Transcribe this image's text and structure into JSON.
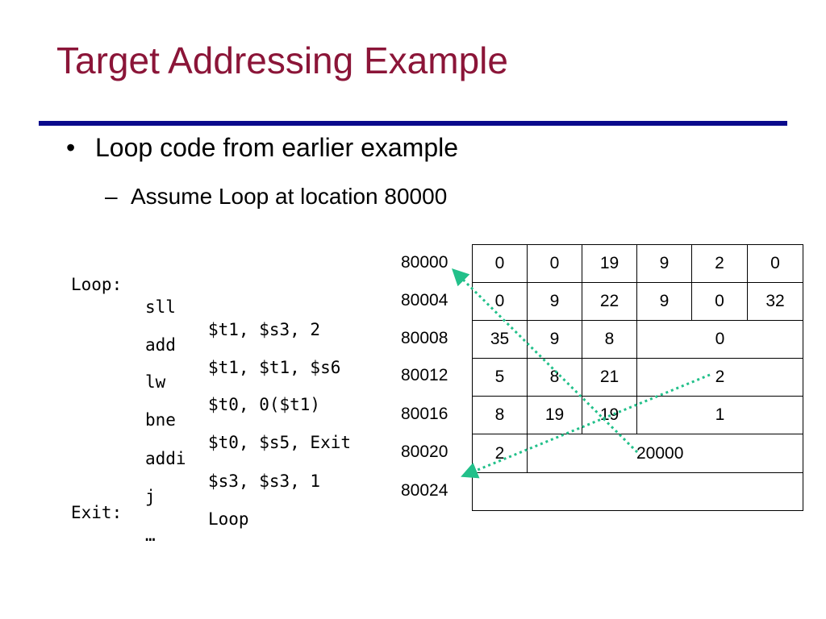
{
  "slide": {
    "title": "Target Addressing Example",
    "bullet_symbol": "•",
    "bullet": "Loop code from earlier example",
    "sub_symbol": "–",
    "sub_bullet": "Assume Loop at location 80000"
  },
  "code": [
    {
      "label": "Loop:",
      "op": "sll",
      "args": "$t1, $s3, 2"
    },
    {
      "label": "",
      "op": "add",
      "args": "$t1, $t1, $s6"
    },
    {
      "label": "",
      "op": "lw",
      "args": "$t0, 0($t1)"
    },
    {
      "label": "",
      "op": "bne",
      "args": "$t0, $s5, Exit"
    },
    {
      "label": "",
      "op": "addi",
      "args": "$s3, $s3, 1"
    },
    {
      "label": "",
      "op": "j",
      "args": "Loop"
    },
    {
      "label": "Exit:",
      "op": "…",
      "args": ""
    }
  ],
  "addresses": [
    "80000",
    "80004",
    "80008",
    "80012",
    "80016",
    "80020",
    "80024"
  ],
  "memory": [
    [
      "0",
      "0",
      "19",
      "9",
      "2",
      "0"
    ],
    [
      "0",
      "9",
      "22",
      "9",
      "0",
      "32"
    ],
    [
      "35",
      "9",
      "8",
      "0"
    ],
    [
      "5",
      "8",
      "21",
      "2"
    ],
    [
      "8",
      "19",
      "19",
      "1"
    ],
    [
      "2",
      "20000"
    ],
    [
      ""
    ]
  ],
  "colors": {
    "title": "#8b1538",
    "rule": "#0a0a8c",
    "arrow": "#22c08a"
  }
}
